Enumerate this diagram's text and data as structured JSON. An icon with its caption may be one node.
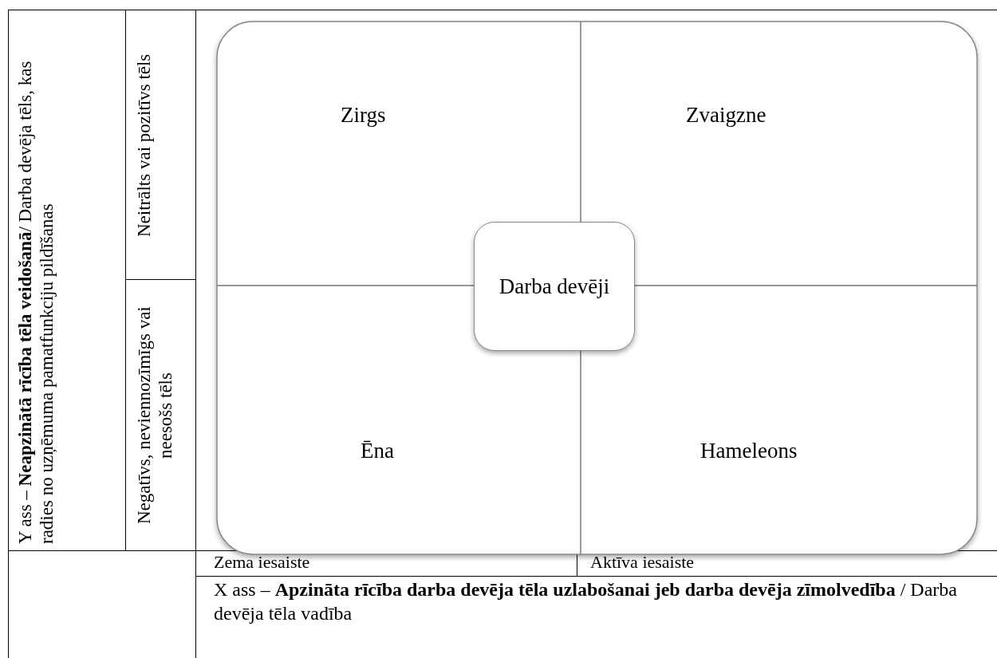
{
  "diagram": {
    "nodes": [
      {
        "text": [
          "Zirgs"
        ]
      },
      {
        "text": [
          "Zvaigzne"
        ]
      },
      {
        "text": [
          "Ēna"
        ]
      },
      {
        "text": [
          "Hameleons"
        ]
      },
      {
        "text": [
          "Darba devēji"
        ]
      }
    ],
    "edges": [],
    "labels": [
      "Y ass – **Neapzinātā rīcība tēla veidošanā**/ Darba devēja tēls, kas radies no uzņēmuma pamatfunkciju pildīšanas",
      "Neitrālts vai pozitīvs tēls",
      "Negatīvs, neviennozīmīgs vai neesošs tēls",
      "Zema iesaiste",
      "Aktīva iesaiste",
      "X ass – **Apzināta rīcība darba devēja tēla uzlabošanai jeb darba devēja zīmolvedība**  / Darba devēja tēla vadība"
    ]
  }
}
